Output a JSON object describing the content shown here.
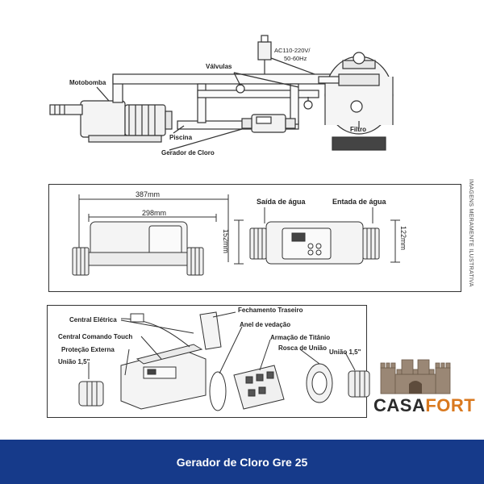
{
  "top_diagram": {
    "labels": {
      "motobomba": "Motobomba",
      "valvulas": "Válvulas",
      "piscina": "Piscina",
      "gerador": "Gerador de Cloro",
      "filtro": "Filtro",
      "power_line1": "AC110-220V/",
      "power_line2": "50-60Hz"
    }
  },
  "dimensions": {
    "width_outer": "387mm",
    "width_inner": "298mm",
    "height_left": "152mm",
    "height_right": "122mm",
    "saida": "Saída de água",
    "entrada": "Entada de água"
  },
  "parts": {
    "central_eletrica": "Central Elétrica",
    "central_touch": "Central Comando Touch",
    "protecao": "Proteção Externa",
    "uniao_left": "União 1,5\"",
    "fechamento": "Fechamento Traseiro",
    "anel": "Anel de vedação",
    "armacao": "Armação de Titânio",
    "rosca": "Rosca de União",
    "uniao_right": "União 1,5\""
  },
  "side_note": "IMAGENS MERAMENTE ILUSTRATIVA",
  "brand": {
    "casa": "CASA",
    "fort": "FORT"
  },
  "footer": {
    "title": "Gerador de Cloro Gre 25"
  }
}
